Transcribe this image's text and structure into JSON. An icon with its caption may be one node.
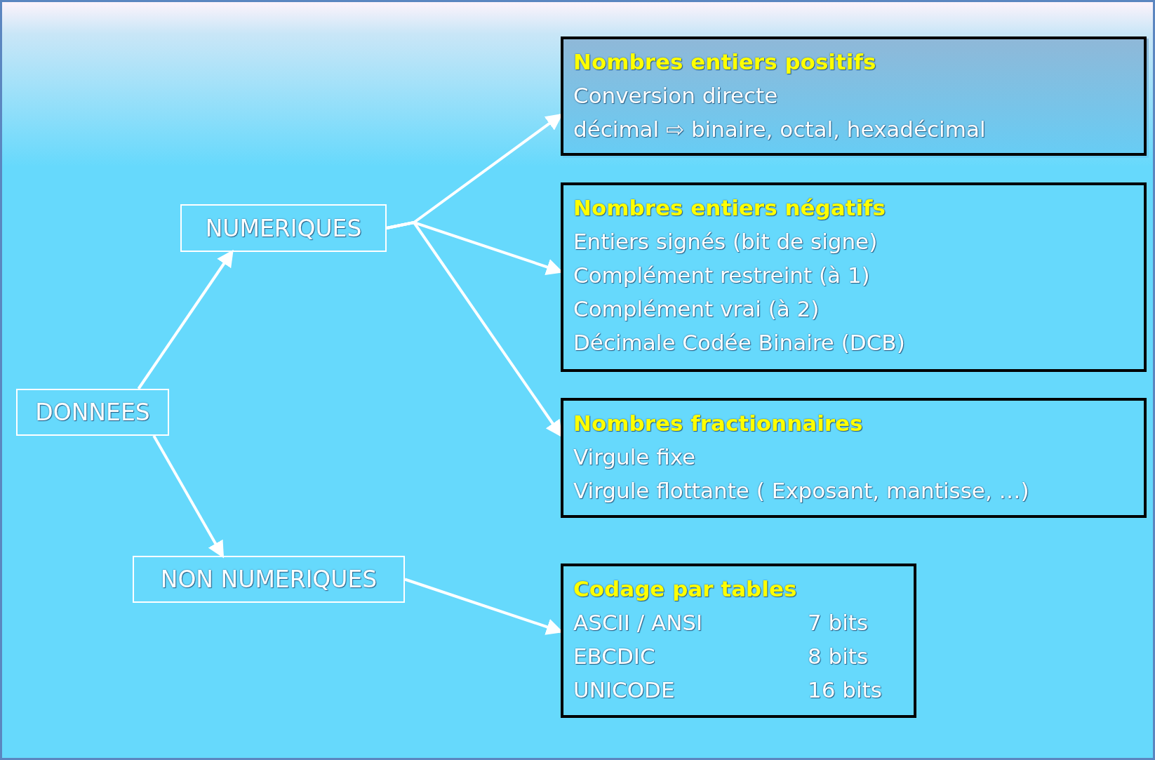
{
  "diagram": {
    "nodes": [
      {
        "text": [
          "DONNEES"
        ]
      },
      {
        "text": [
          "NUMERIQUES"
        ]
      },
      {
        "text": [
          "NON NUMERIQUES"
        ]
      },
      {
        "text": [
          "Nombres entiers positifs",
          "Conversion directe",
          "décimal ⇨ binaire, octal, hexadécimal"
        ]
      },
      {
        "text": [
          "Nombres entiers négatifs",
          "Entiers signés (bit de signe)",
          "Complément restreint (à 1)",
          "Complément vrai (à 2)",
          "Décimale Codée Binaire (DCB)"
        ]
      },
      {
        "text": [
          "Nombres fractionnaires",
          "Virgule fixe",
          "Virgule flottante ( Exposant, mantisse, …)"
        ]
      },
      {
        "text": [
          "Codage par tables",
          "ASCII / ANSI",
          "7 bits",
          "EBCDIC",
          "8 bits",
          "UNICODE",
          "16 bits"
        ]
      }
    ],
    "edges": [
      {
        "from": 0,
        "to": 1,
        "arrow": "to"
      },
      {
        "from": 0,
        "to": 2,
        "arrow": "to"
      },
      {
        "from": 1,
        "to": 3,
        "arrow": "to"
      },
      {
        "from": 1,
        "to": 4,
        "arrow": "to"
      },
      {
        "from": 1,
        "to": 5,
        "arrow": "to"
      },
      {
        "from": 2,
        "to": 6,
        "arrow": "to"
      }
    ]
  }
}
